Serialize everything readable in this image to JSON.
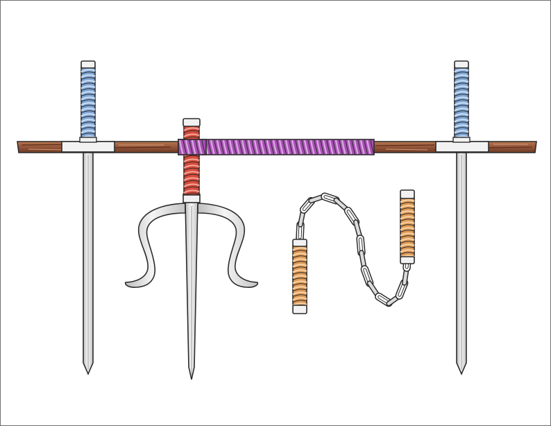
{
  "scene": {
    "description_items": [
      "bo-staff",
      "katana-left",
      "katana-right",
      "sai",
      "nunchaku"
    ]
  },
  "colors": {
    "outline": "#2b2b2b",
    "wood": "#9a5a3a",
    "wood_dark": "#6e3b24",
    "wood_light": "#c58a63",
    "purple_wrap": "#a84fb5",
    "purple_light": "#d9a6df",
    "blue_wrap": "#7ea6d6",
    "blue_light": "#c9dbf0",
    "red_wrap": "#d94a3a",
    "red_light": "#f2a499",
    "orange_wrap": "#e09a55",
    "orange_light": "#f6cfa2",
    "steel": "#d9d9d9",
    "steel_light": "#f4f4f4",
    "steel_dark": "#a8a8a8",
    "cap": "#f2f2f2"
  }
}
